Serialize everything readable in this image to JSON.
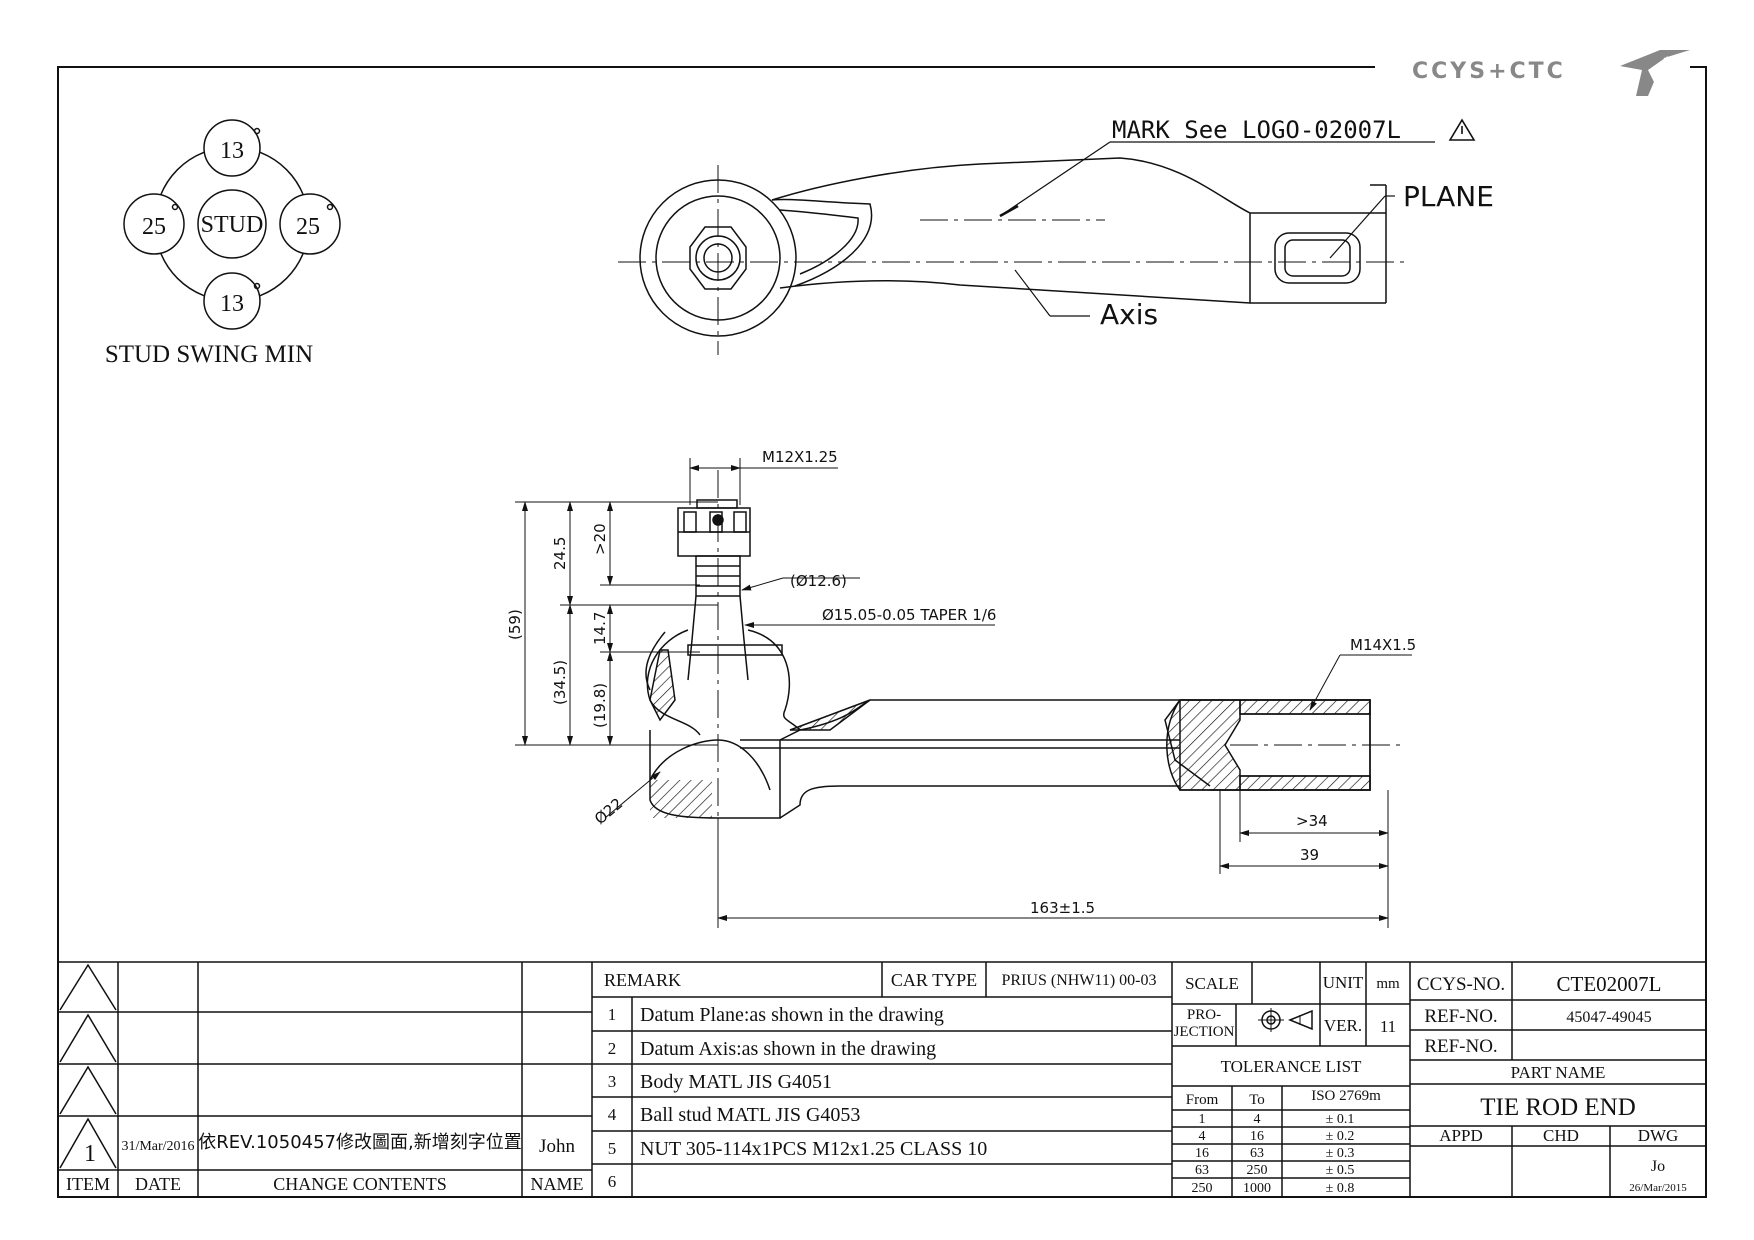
{
  "logo": {
    "text": "CCYS+CTC"
  },
  "top_view": {
    "mark_label": "MARK  See  LOGO-02007L",
    "plane_label": "PLANE",
    "axis_label": "Axis"
  },
  "stud_swing": {
    "title": "STUD SWING MIN",
    "center": "STUD",
    "top": "13",
    "bottom": "13",
    "left": "25",
    "right": "25",
    "deg": "°"
  },
  "dims": {
    "m12": "M12X1.25",
    "d126": "(Ø12.6)",
    "taper": "Ø15.05-0.05  TAPER 1/6",
    "m14": "M14X1.5",
    "d59": "(59)",
    "d245": "24.5",
    "d20": ">20",
    "d345": "(34.5)",
    "d147": "14.7",
    "d198": "(19.8)",
    "d22": "Ø22",
    "d34": ">34",
    "d39": "39",
    "d163": "163±1.5"
  },
  "revisions": {
    "rows": [
      {
        "item": "",
        "date": "",
        "change": "",
        "name": ""
      },
      {
        "item": "",
        "date": "",
        "change": "",
        "name": ""
      },
      {
        "item": "",
        "date": "",
        "change": "",
        "name": ""
      },
      {
        "item": "1",
        "date": "31/Mar/2016",
        "change": "依REV.1050457修改圖面,新增刻字位置",
        "name": "John"
      }
    ],
    "headers": {
      "item": "ITEM",
      "date": "DATE",
      "change": "CHANGE CONTENTS",
      "name": "NAME"
    }
  },
  "remarks": {
    "header": "REMARK",
    "car_type_label": "CAR TYPE",
    "car_type_value": "PRIUS (NHW11) 00-03",
    "items": [
      {
        "no": "1",
        "text": "Datum Plane:as shown in the drawing"
      },
      {
        "no": "2",
        "text": "Datum Axis:as shown in the drawing"
      },
      {
        "no": "3",
        "text": "Body MATL JIS G4051"
      },
      {
        "no": "4",
        "text": "Ball stud MATL JIS G4053"
      },
      {
        "no": "5",
        "text": "NUT 305-114x1PCS M12x1.25 CLASS 10"
      },
      {
        "no": "6",
        "text": ""
      }
    ]
  },
  "title_block": {
    "scale_label": "SCALE",
    "unit_label": "UNIT",
    "unit_value": "mm",
    "projection_label_1": "PRO-",
    "projection_label_2": "JECTION",
    "ver_label": "VER.",
    "ver_value": "11",
    "tolerance_title": "TOLERANCE LIST",
    "tol_headers": {
      "from": "From",
      "to": "To",
      "iso": "ISO 2769m"
    },
    "tolerances": [
      {
        "from": "1",
        "to": "4",
        "tol": "± 0.1"
      },
      {
        "from": "4",
        "to": "16",
        "tol": "± 0.2"
      },
      {
        "from": "16",
        "to": "63",
        "tol": "± 0.3"
      },
      {
        "from": "63",
        "to": "250",
        "tol": "± 0.5"
      },
      {
        "from": "250",
        "to": "1000",
        "tol": "± 0.8"
      }
    ],
    "ccys_no_label": "CCYS-NO.",
    "ccys_no_value": "CTE02007L",
    "ref_no_label": "REF-NO.",
    "ref_no_value": "45047-49045",
    "ref_no2_label": "REF-NO.",
    "ref_no2_value": "",
    "part_name_label": "PART NAME",
    "part_name_value": "TIE ROD END",
    "appd_label": "APPD",
    "chd_label": "CHD",
    "dwg_label": "DWG",
    "dwg_name": "Jo",
    "dwg_date": "26/Mar/2015"
  }
}
